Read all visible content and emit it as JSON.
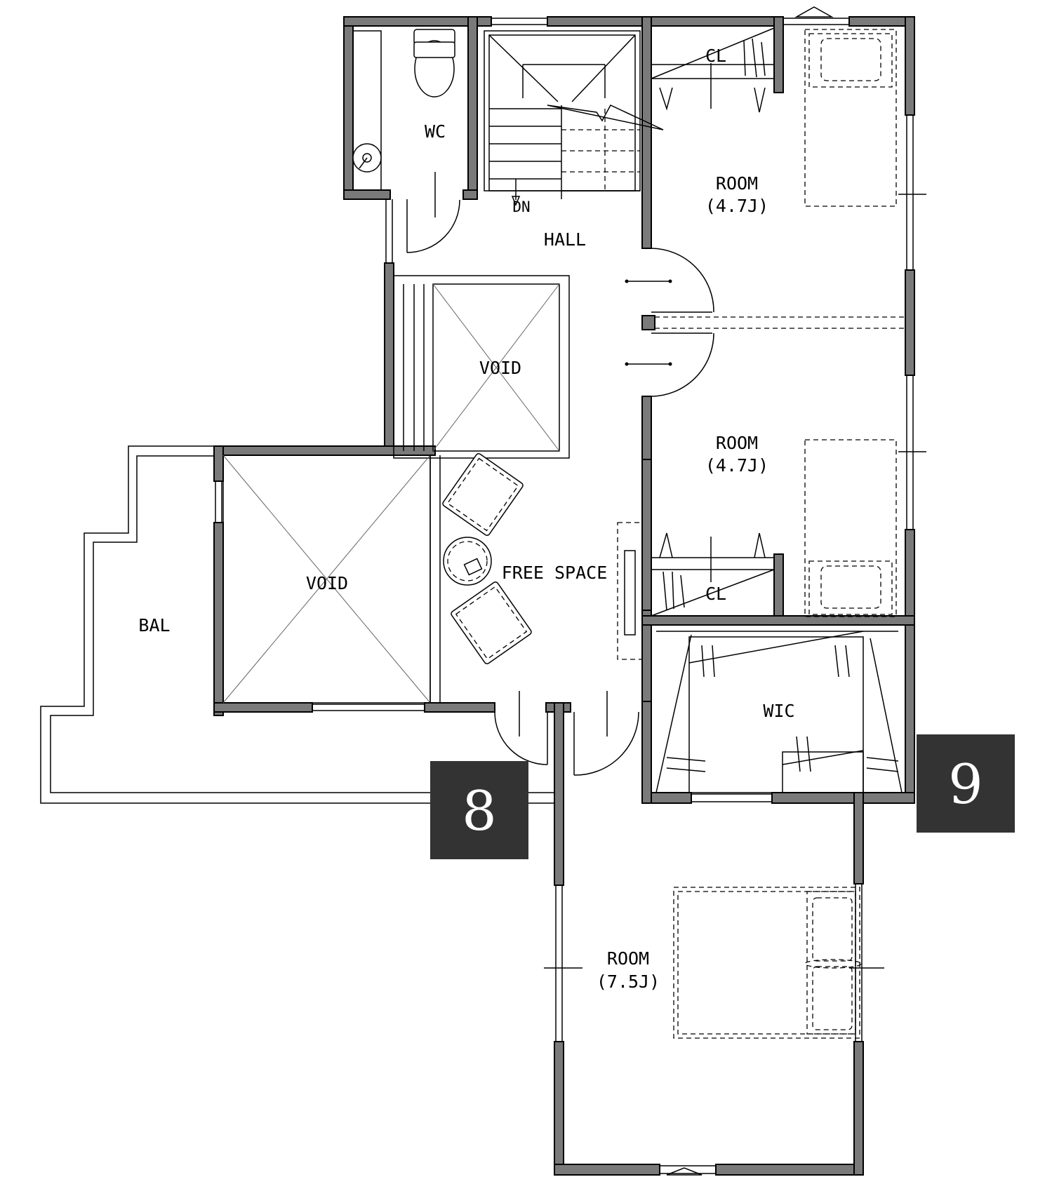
{
  "plan": {
    "rooms": {
      "wc": "WC",
      "hall": "HALL",
      "stairs_dn": "DN",
      "void_small": "VOID",
      "void_large": "VOID",
      "bal": "BAL",
      "free_space": "FREE SPACE",
      "room_top_name": "ROOM",
      "room_top_size": "(4.7J)",
      "room_mid_name": "ROOM",
      "room_mid_size": "(4.7J)",
      "room_bottom_name": "ROOM",
      "room_bottom_size": "(7.5J)",
      "closet_top": "CL",
      "closet_mid": "CL",
      "wic": "WIC"
    },
    "markers": {
      "left": "8",
      "right": "9"
    },
    "colors": {
      "wall_fill": "#7a7a7a",
      "badge_fill": "#333333",
      "line": "#000000"
    }
  }
}
